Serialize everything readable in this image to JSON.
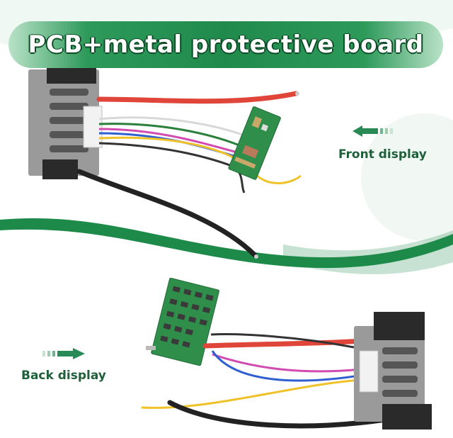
{
  "banner": {
    "title": "PCB+metal protective board"
  },
  "labels": {
    "front": "Front display",
    "back": "Back display"
  },
  "colors": {
    "banner_green": "#1f8a4c",
    "label_green": "#1f5f3a",
    "wave_green": "#1e8a4a",
    "pcb_green": "#2f8f4a",
    "wire_red": "#e0453a",
    "wire_black": "#222222"
  },
  "icons": {
    "front_arrow": "arrow-left-icon",
    "back_arrow": "arrow-right-icon"
  }
}
